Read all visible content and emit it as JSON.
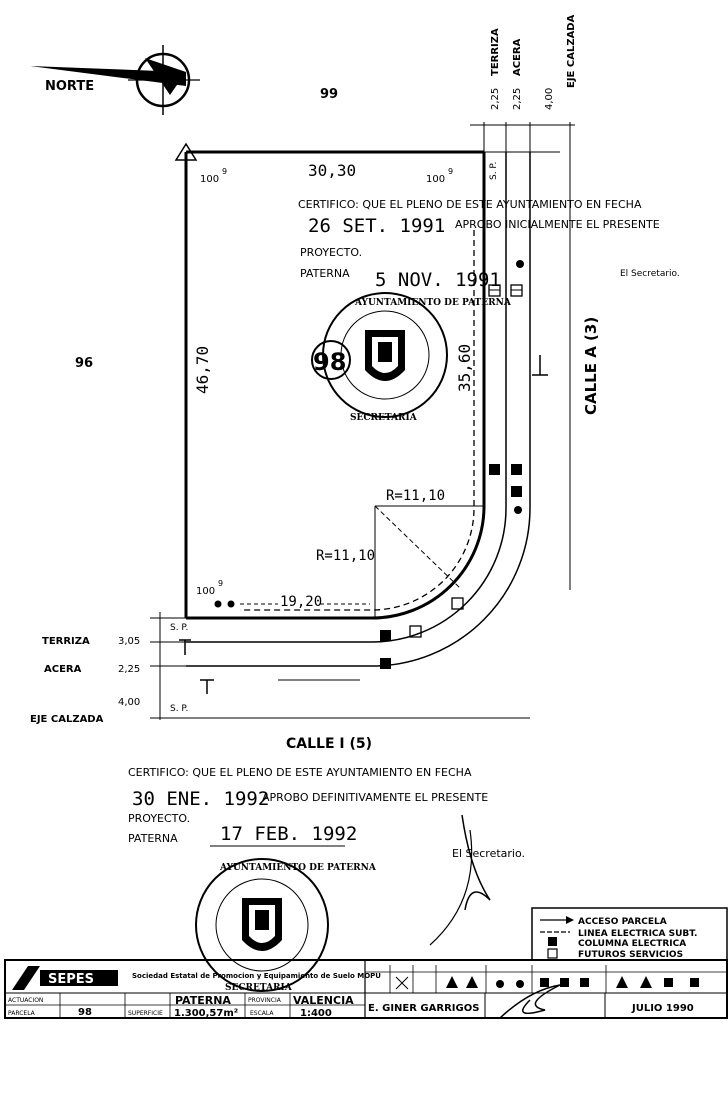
{
  "compass": {
    "label": "NORTE"
  },
  "plot": {
    "number": "98",
    "width_top": "30,30",
    "height_left": "46,70",
    "height_right": "35,60",
    "bottom_length": "19,20",
    "radius_outer": "R=11,10",
    "radius_inner": "R=11,10",
    "corner_angle": "100",
    "corner_angle_sup": "9"
  },
  "neighbors": {
    "north": "99",
    "west": "96"
  },
  "right_profile": {
    "col1": "TERRIZA",
    "col2": "ACERA",
    "col3": "EJE CALZADA",
    "d1": "2,25",
    "d2": "2,25",
    "d3": "4,00",
    "marker": "S. P."
  },
  "bottom_profile": {
    "r1": "TERRIZA",
    "r1v": "3,05",
    "r2": "ACERA",
    "r2v": "2,25",
    "r3": "EJE CALZADA",
    "r3v": "4,00",
    "marker_top": "S. P.",
    "marker_bottom": "S. P."
  },
  "streets": {
    "right": "CALLE A (3)",
    "bottom": "CALLE I (5)"
  },
  "cert1": {
    "line1": "CERTIFICO: QUE EL PLENO DE ESTE AYUNTAMIENTO EN FECHA",
    "date": "26 SET. 1991",
    "line2": "APROBO INICIALMENTE EL PRESENTE",
    "line3": "PROYECTO.",
    "city": "PATERNA",
    "date2": "5 NOV. 1991",
    "signer": "El Secretario."
  },
  "cert2": {
    "line1": "CERTIFICO: QUE EL PLENO DE ESTE AYUNTAMIENTO EN FECHA",
    "date": "30 ENE. 1992",
    "line2": "APROBO DEFINITIVAMENTE EL PRESENTE",
    "line3": "PROYECTO.",
    "city": "PATERNA",
    "date2": "17 FEB. 1992",
    "signer": "El Secretario."
  },
  "seal": {
    "top": "AYUNTAMIENTO DE PATERNA",
    "bottom": "SECRETARIA"
  },
  "legend": {
    "items": [
      "ACCESO PARCELA",
      "LINEA ELECTRICA SUBT.",
      "COLUMNA ELECTRICA",
      "FUTUROS SERVICIOS"
    ]
  },
  "titleblock": {
    "logo": "SEPES",
    "org": "Sociedad Estatal de Promocion y Equipamiento de Suelo MOPU",
    "actuacion_label": "ACTUACION",
    "actuacion": "PATERNA",
    "provincia_label": "PROVINCIA",
    "provincia": "VALENCIA",
    "parcela_label": "PARCELA",
    "parcela": "98",
    "superficie_label": "SUPERFICIE",
    "superficie": "1.300,57m²",
    "escala_label": "ESCALA",
    "escala": "1:400",
    "autor": "E. GINER GARRIGOS",
    "fecha": "JULIO 1990"
  }
}
